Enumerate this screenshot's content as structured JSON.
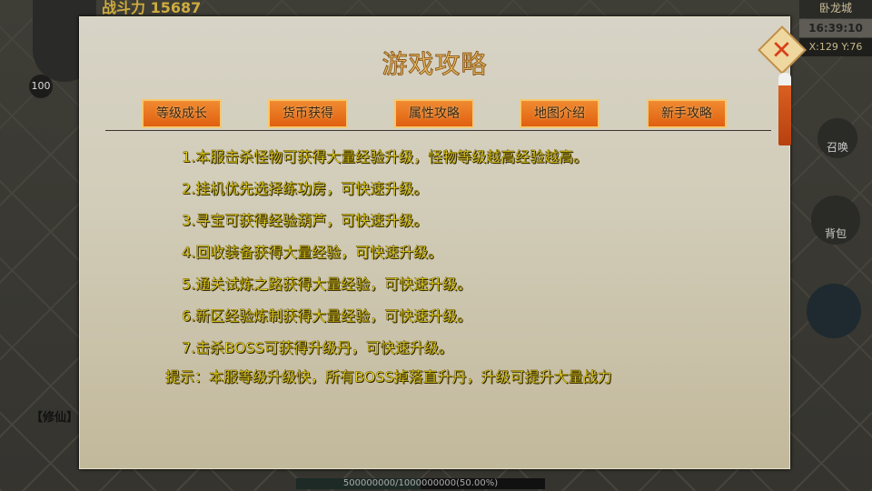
{
  "hud": {
    "power": "战斗力 15687",
    "level": "100",
    "map": "卧龙城",
    "time": "16:39:10",
    "coords": "X:129 Y:76",
    "summon": "召唤",
    "bag": "背包",
    "exp": "500000000/1000000000(50.00%)",
    "exp_percent": 50,
    "chat": "【修仙】"
  },
  "panel": {
    "title": "游戏攻略",
    "tabs": [
      "等级成长",
      "货币获得",
      "属性攻略",
      "地图介绍",
      "新手攻略"
    ],
    "tips": [
      "1.本服击杀怪物可获得大量经验升级，怪物等级越高经验越高。",
      "2.挂机优先选择练功房，可快速升级。",
      "3.寻宝可获得经验葫芦，可快速升级。",
      "4.回收装备获得大量经验，可快速升级。",
      "5.通关试炼之路获得大量经验，可快速升级。",
      "6.新区经验炼制获得大量经验，可快速升级。",
      "7.击杀BOSS可获得升级丹，可快速升级。"
    ],
    "hint": "提示：本服等级升级快，所有BOSS掉落直升丹，升级可提升大量战力",
    "close_icon": "x"
  }
}
